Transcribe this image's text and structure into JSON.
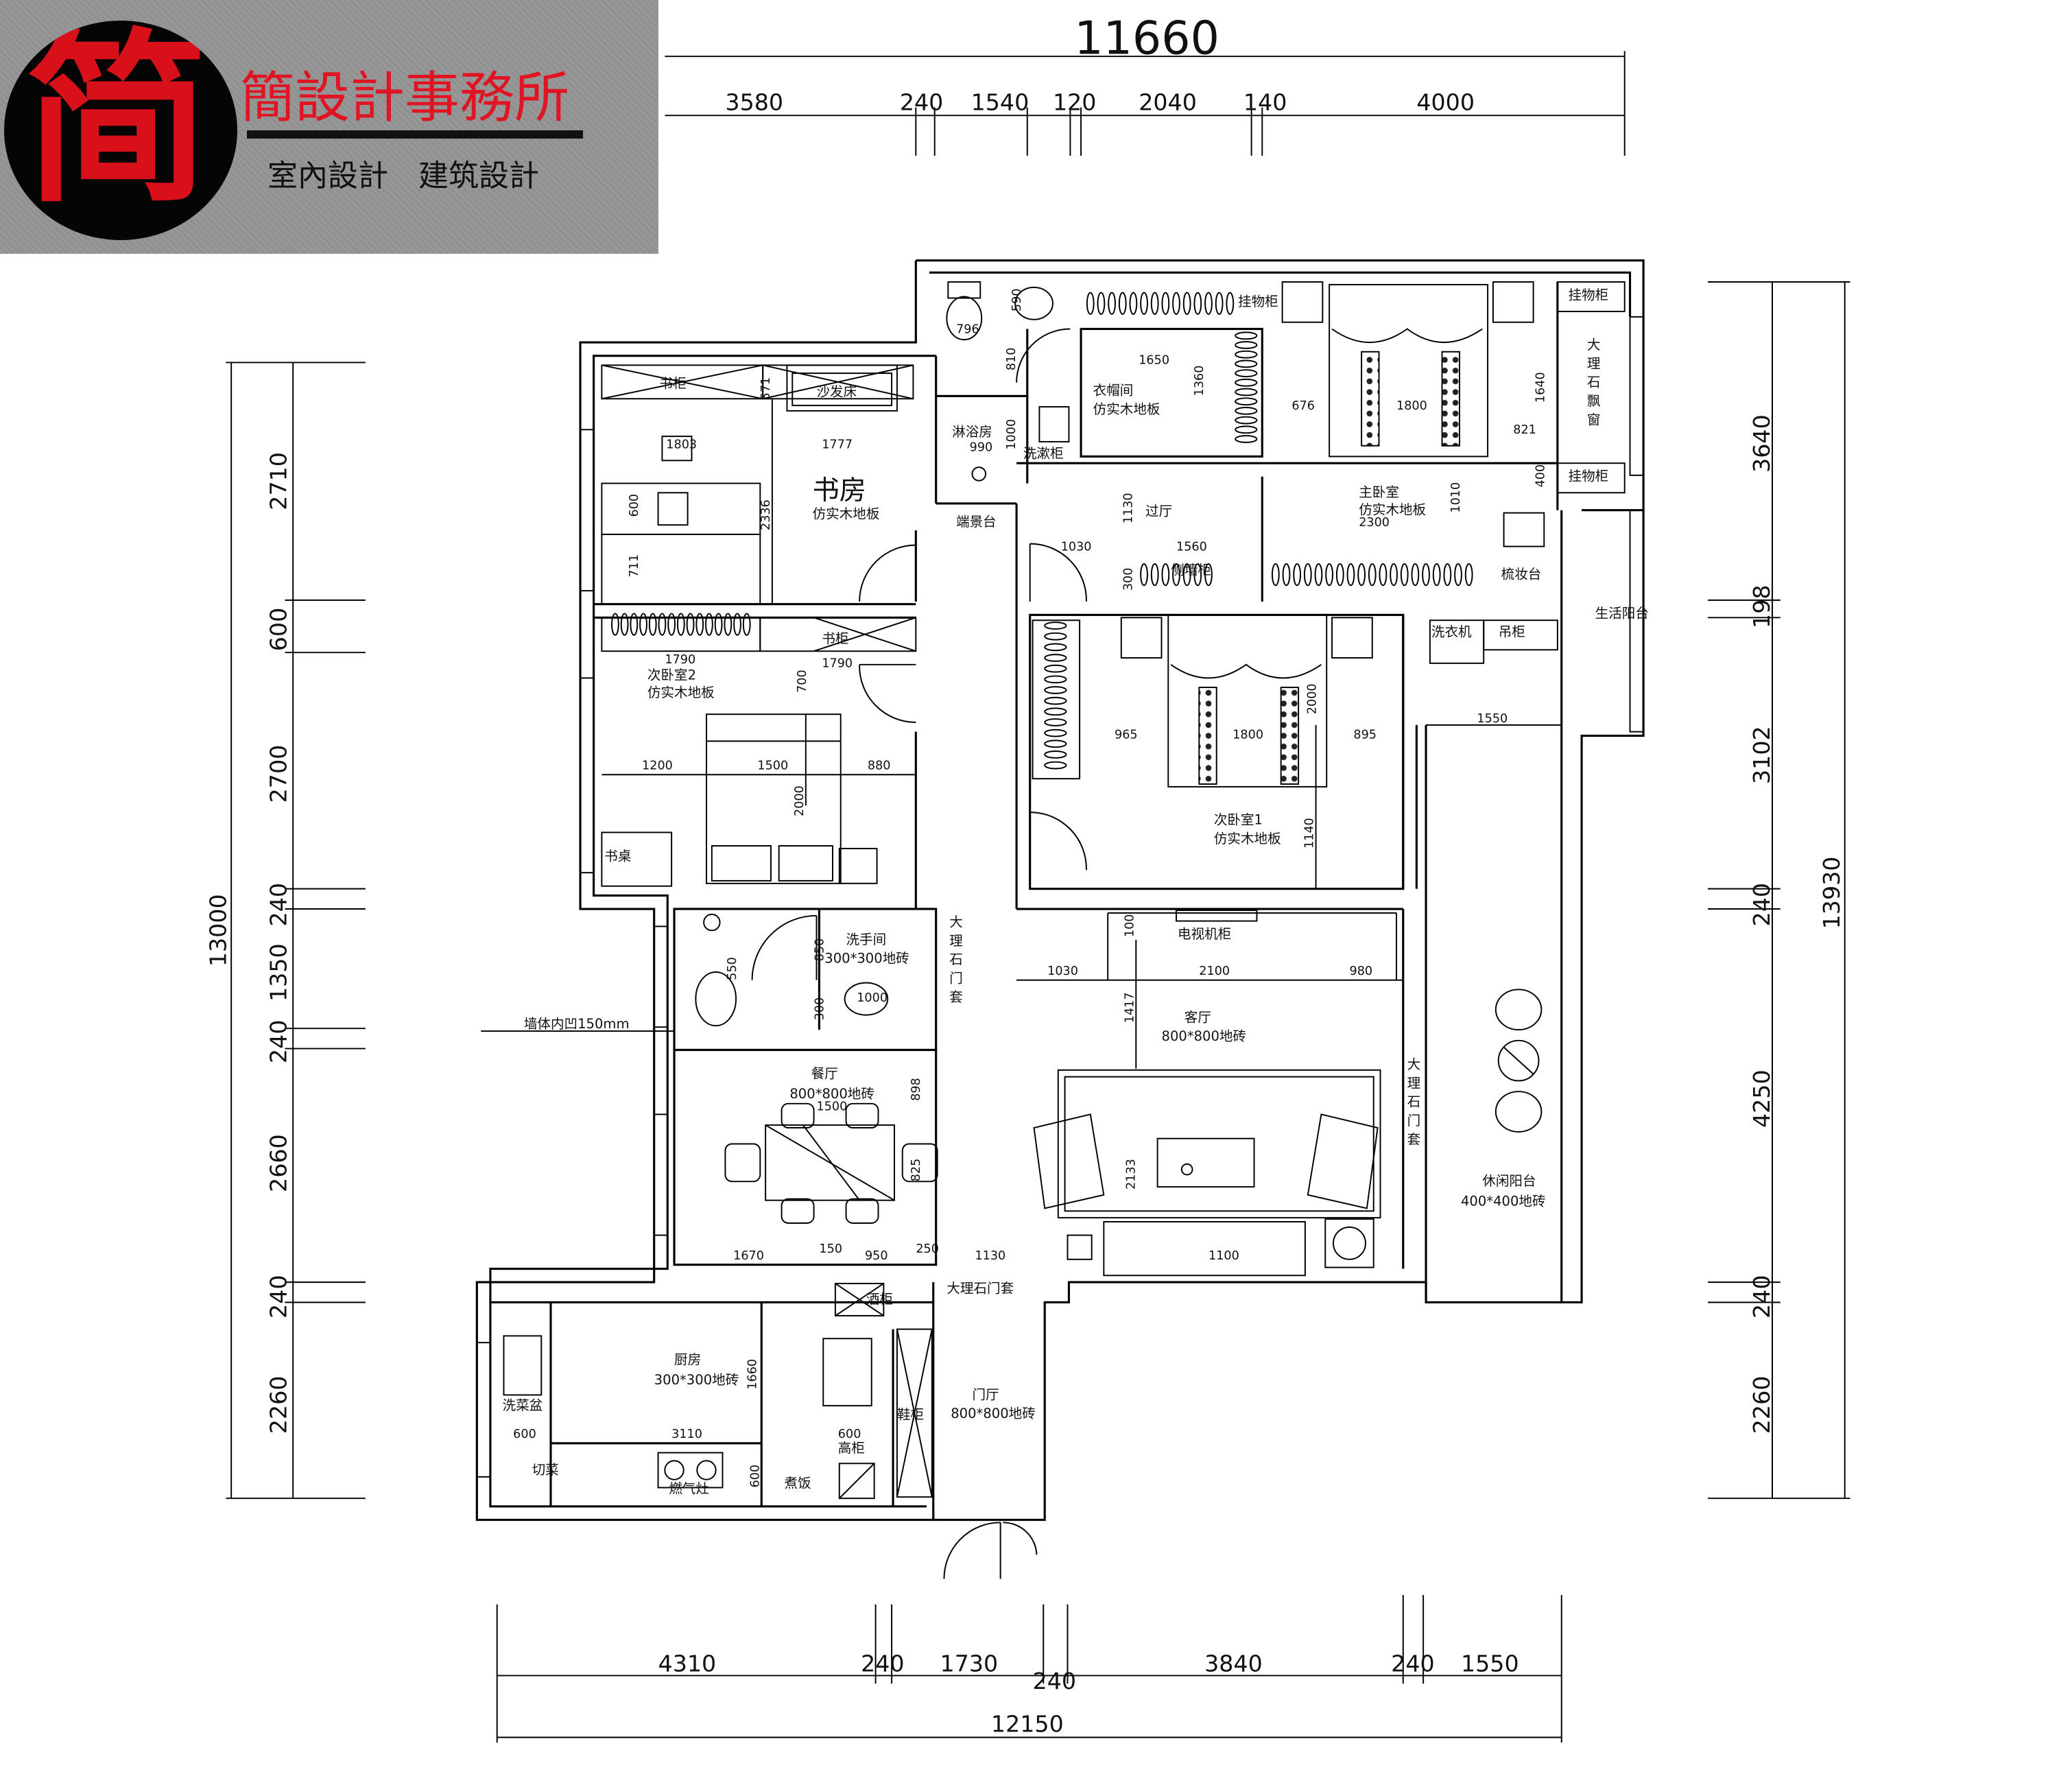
{
  "logo": {
    "char": "简",
    "name": "簡設計事務所",
    "subtitle": "室內設計　建筑設計"
  },
  "dims_top": {
    "total": "11660",
    "segments": [
      "3580",
      "240",
      "1540",
      "120",
      "2040",
      "140",
      "4000"
    ]
  },
  "dims_bottom": {
    "total": "12150",
    "segments": [
      "4310",
      "240",
      "1730",
      "240",
      "3840",
      "240",
      "1550"
    ]
  },
  "dims_left": {
    "total": "13000",
    "segments": [
      "2710",
      "600",
      "2700",
      "240",
      "1350",
      "240",
      "2660",
      "240",
      "2260"
    ]
  },
  "dims_right": {
    "total": "13930",
    "segments": [
      "3640",
      "198",
      "3102",
      "240",
      "4250",
      "240",
      "2260"
    ]
  },
  "rooms": {
    "study": {
      "name": "书房",
      "floor": "仿实木地板"
    },
    "bedroom2": {
      "name": "次卧室2",
      "floor": "仿实木地板"
    },
    "bedroom1": {
      "name": "次卧室1",
      "floor": "仿实木地板"
    },
    "master": {
      "name": "主卧室",
      "floor": "仿实木地板"
    },
    "cloak": {
      "name": "衣帽间",
      "floor": "仿实木地板"
    },
    "shower": {
      "name": "淋浴房"
    },
    "hall": {
      "name": "过厅"
    },
    "washroom": {
      "name": "洗手间",
      "floor": "300*300地砖"
    },
    "dining": {
      "name": "餐厅",
      "floor": "800*800地砖"
    },
    "living": {
      "name": "客厅",
      "floor": "800*800地砖"
    },
    "leisure_balcony": {
      "name": "休闲阳台",
      "floor": "400*400地砖"
    },
    "kitchen": {
      "name": "厨房",
      "floor": "300*300地砖"
    },
    "foyer": {
      "name": "门厅",
      "floor": "800*800地砖"
    },
    "life_balcony": {
      "name": "生活阳台"
    }
  },
  "furniture": {
    "bookcase": "书柜",
    "sofa_bed": "沙发床",
    "bookcase2": "书柜",
    "desk": "书桌",
    "storage1": "挂物柜",
    "storage2": "挂物柜",
    "storage3": "挂物柜",
    "dressing": "梳妆台",
    "laundry_cab": "洗漱柜",
    "side_cab": "侧墙柜",
    "console": "端景台",
    "washer": "洗衣机",
    "cabinet_wash": "吊柜",
    "tv": "电视机柜",
    "wine": "酒柜",
    "shoe": "鞋柜",
    "tall": "高柜",
    "sink": "洗菜盆",
    "cut": "切菜",
    "stove": "燃气灶",
    "cook": "煮饭",
    "wall_note": "墙体内凹150mm",
    "marble_door": "大理石门套",
    "marble_window_a": "大",
    "marble_window_b": "理",
    "marble_window_c": "石",
    "marble_window_d": "飘",
    "marble_window_e": "窗",
    "md1": "大",
    "md2": "理",
    "md3": "石",
    "md4": "门",
    "md5": "套"
  },
  "marks": {
    "m1803": "1803",
    "m1777": "1777",
    "m600a": "600",
    "m2336": "2336",
    "m711": "711",
    "m571": "571",
    "m1790a": "1790",
    "m1790b": "1790",
    "m700": "700",
    "m1200": "1200",
    "m1500": "1500",
    "m880": "880",
    "m2000a": "2000",
    "m796": "796",
    "m590": "590",
    "m810": "810",
    "m1000": "1000",
    "m990": "990",
    "m1650": "1650",
    "m1360": "1360",
    "m676": "676",
    "m1800a": "1800",
    "m821": "821",
    "m1640": "1640",
    "m400": "400",
    "m2300": "2300",
    "m1010": "1010",
    "m1130": "1130",
    "m1030a": "1030",
    "m1560": "1560",
    "m300a": "300",
    "m965": "965",
    "m1800b": "1800",
    "m895": "895",
    "m2000b": "2000",
    "m1140": "1140",
    "m1550": "1550",
    "m850": "850",
    "m550": "550",
    "m300b": "300",
    "m1000b": "1000",
    "m100": "100",
    "m1030b": "1030",
    "m2100": "2100",
    "m980": "980",
    "m1417": "1417",
    "m1500b": "1500",
    "m898": "898",
    "m825": "825",
    "m2133": "2133",
    "m1100": "1100",
    "m1670": "1670",
    "m150": "150",
    "m950": "950",
    "m250": "250",
    "m1130b": "1130",
    "m1660": "1660",
    "m3110": "3110",
    "m600b": "600",
    "m600c": "600",
    "m600d": "600"
  }
}
